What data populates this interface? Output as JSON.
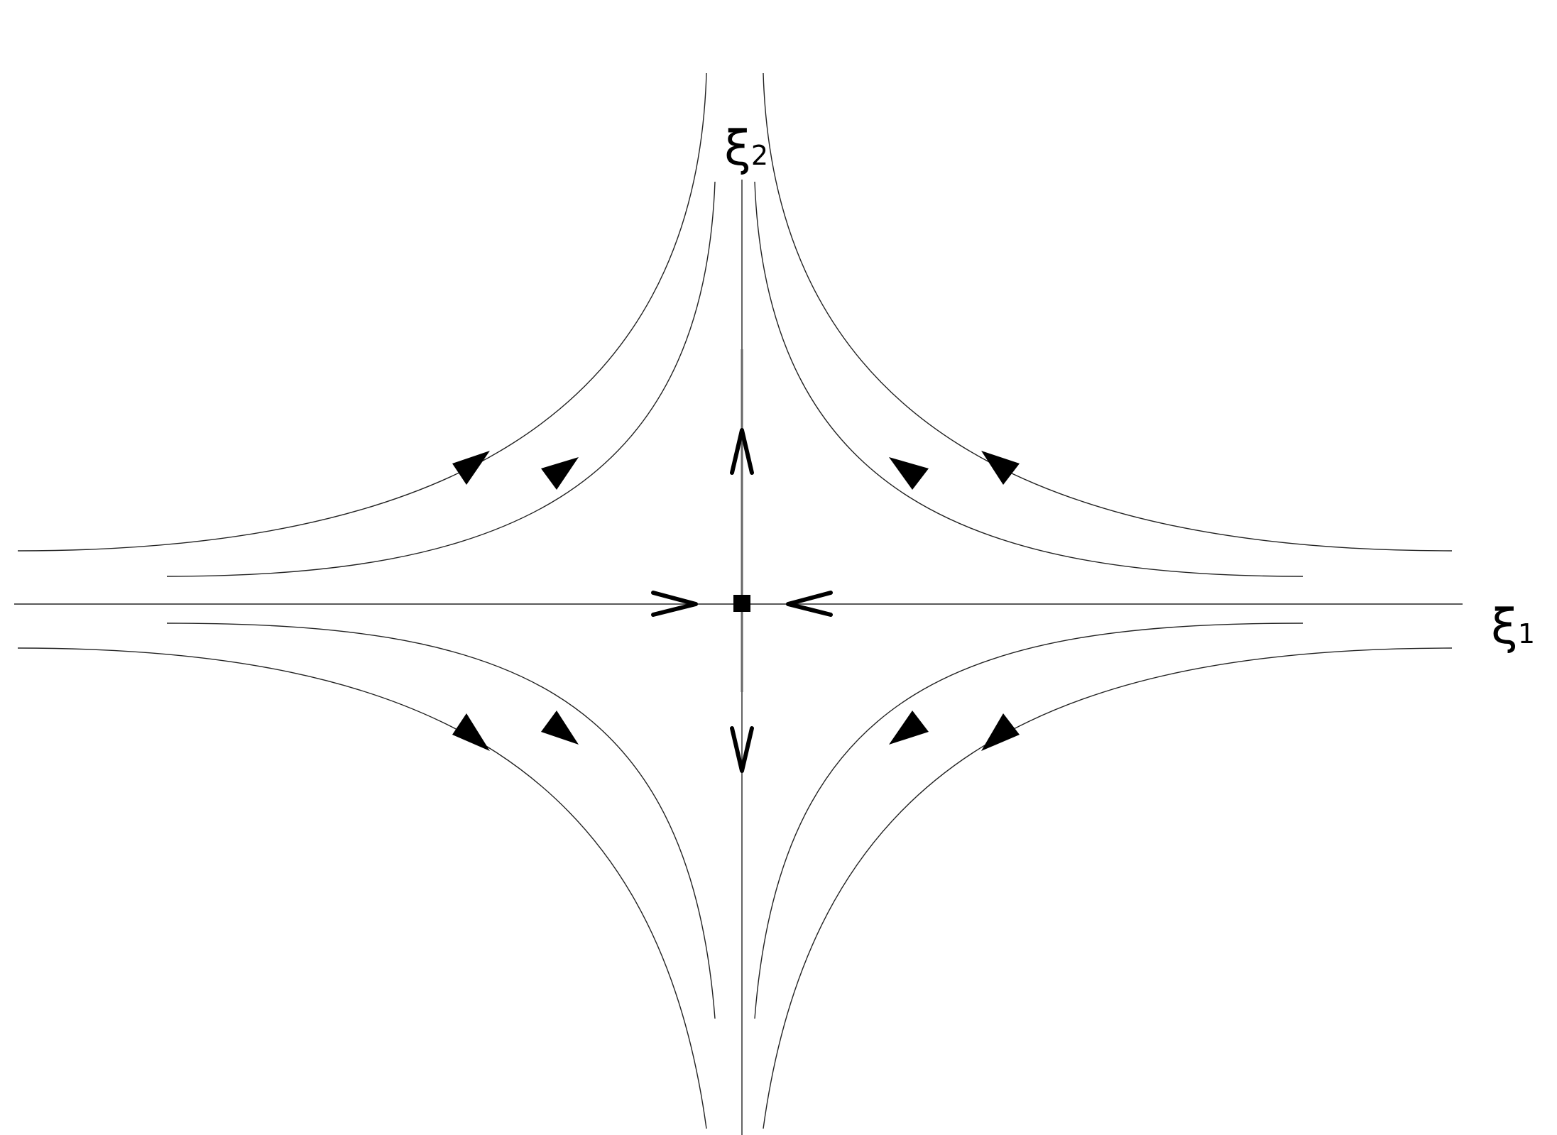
{
  "labels": {
    "xi1": {
      "symbol": "ξ",
      "subscript": "1"
    },
    "xi2": {
      "symbol": "ξ",
      "subscript": "2"
    }
  },
  "colors": {
    "orbit": "#222222",
    "manifold": "#666666",
    "marker": "#000000"
  },
  "icons": {
    "equilibrium": "filled-square",
    "flow_direction": "filled-triangle",
    "axis_direction": "open-chevron"
  }
}
